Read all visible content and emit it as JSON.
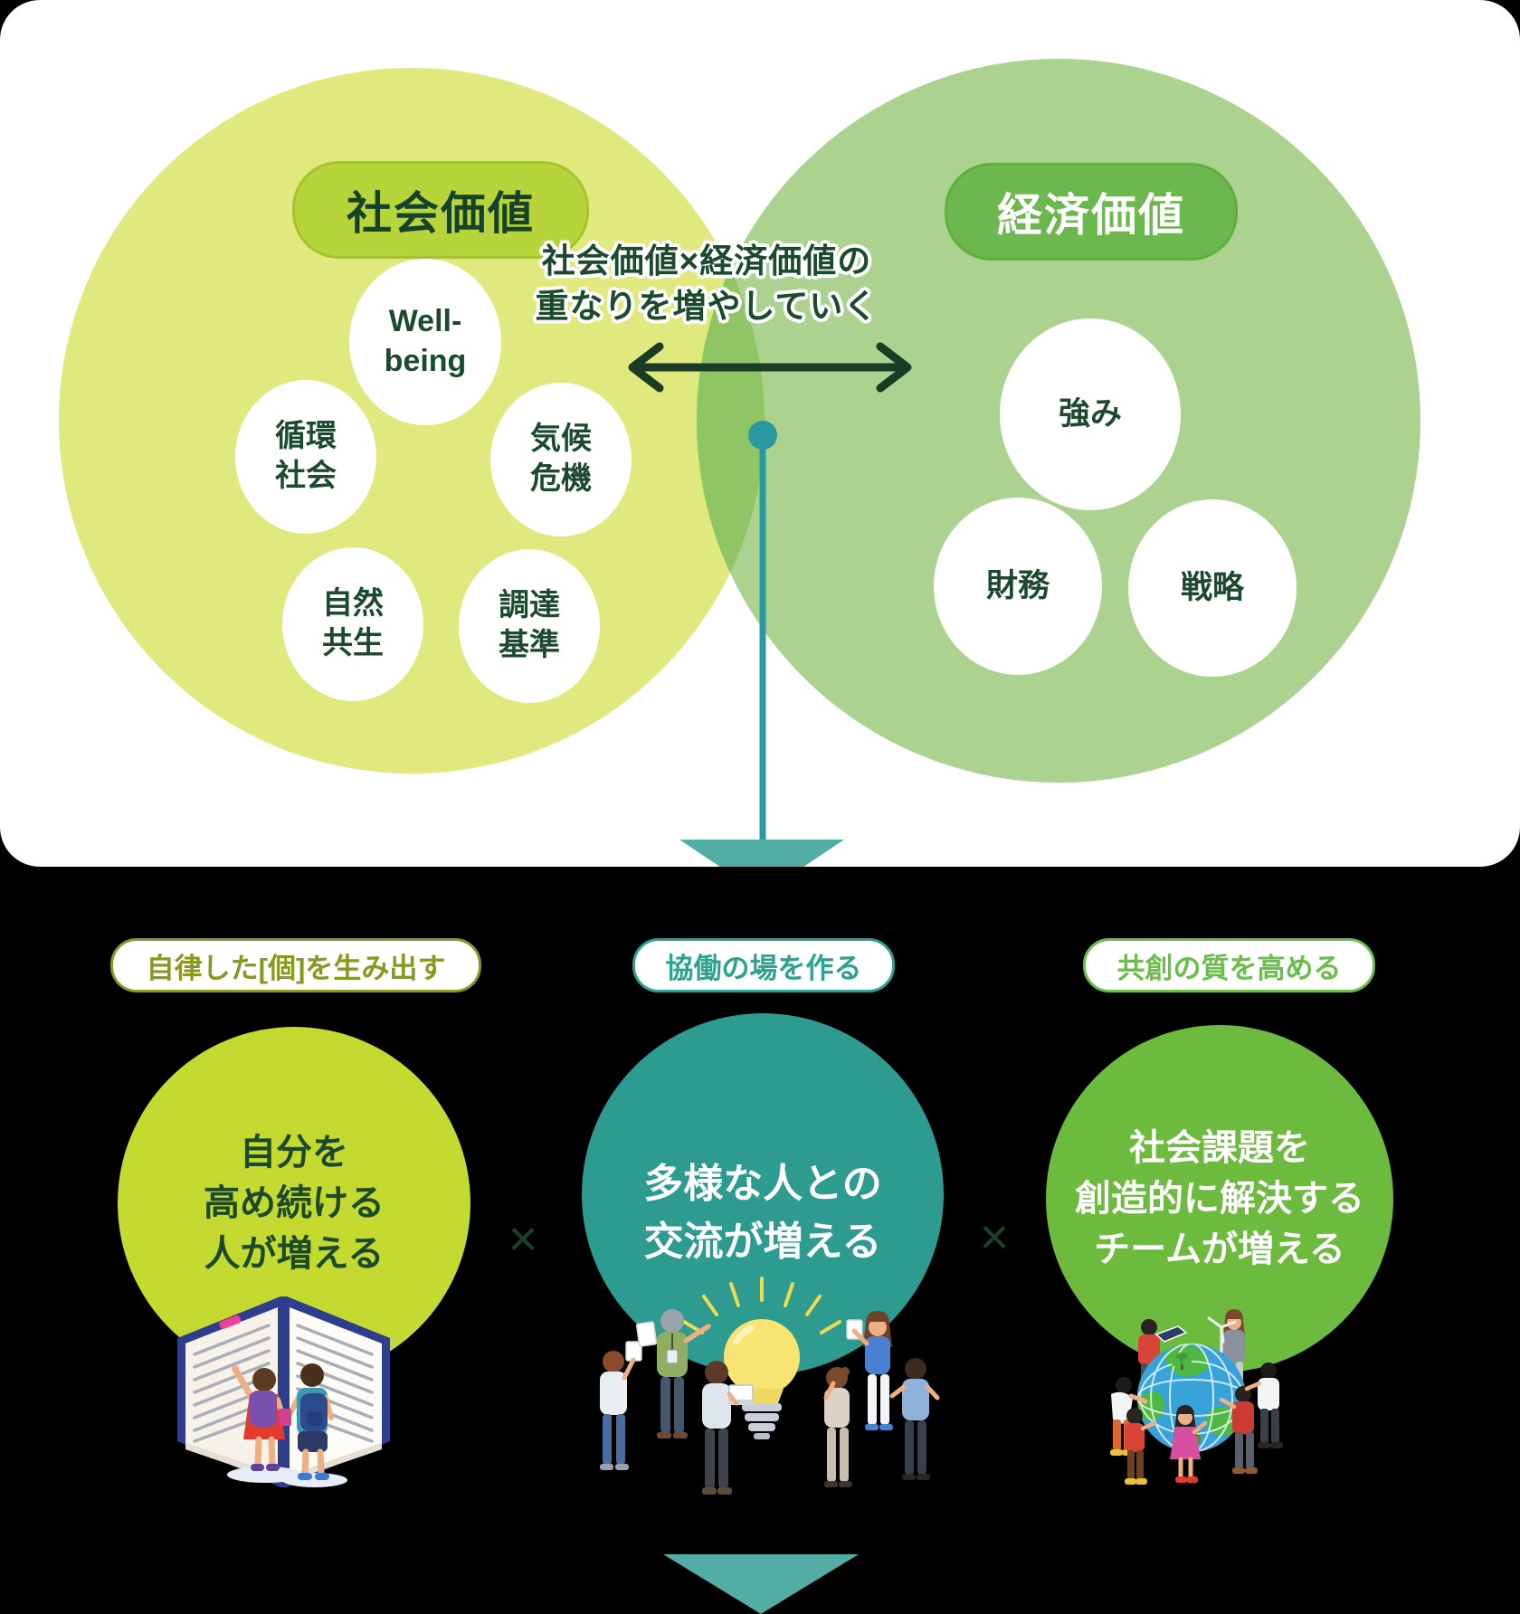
{
  "colors": {
    "background": "#000000",
    "card": "#ffffff",
    "left_circle": "#dfe97d",
    "right_circle": "#abd28f",
    "overlap_lens": "#8fc565",
    "left_badge_fill": "#b7d43a",
    "right_badge_fill": "#6db84e",
    "dark_green_text": "#1b4a2c",
    "arrow_dark": "#1a3b24",
    "teal_connector": "#2b99a2",
    "teal_arrow": "#52ada4",
    "pillar1_fill": "#c5da31",
    "pillar2_fill": "#2d9b90",
    "pillar3_fill": "#6cba3e",
    "pillar1_accent": "#87991f",
    "pillar2_accent": "#2aa38f",
    "pillar3_accent": "#69bf48"
  },
  "venn": {
    "left_badge": "社会価値",
    "right_badge": "経済価値",
    "overlap_note": {
      "line1": "社会価値×経済価値の",
      "line2": "重なりを増やしていく"
    },
    "left_items": [
      {
        "lines": [
          "Well-",
          "being"
        ]
      },
      {
        "lines": [
          "循環",
          "社会"
        ]
      },
      {
        "lines": [
          "気候",
          "危機"
        ]
      },
      {
        "lines": [
          "自然",
          "共生"
        ]
      },
      {
        "lines": [
          "調達",
          "基準"
        ]
      }
    ],
    "right_items": [
      {
        "lines": [
          "強み"
        ]
      },
      {
        "lines": [
          "財務"
        ]
      },
      {
        "lines": [
          "戦略"
        ]
      }
    ]
  },
  "pillars": [
    {
      "badge": "自律した[個]を生み出す",
      "lines": [
        "自分を",
        "高め続ける",
        "人が増える"
      ],
      "illustration": "children-reading-open-book"
    },
    {
      "badge": "協働の場を作る",
      "lines": [
        "多様な人との",
        "交流が増える"
      ],
      "illustration": "people-discussing-around-lightbulb"
    },
    {
      "badge": "共創の質を高める",
      "lines": [
        "社会課題を",
        "創造的に解決する",
        "チームが増える"
      ],
      "illustration": "people-collaborating-around-globe"
    }
  ],
  "operators": {
    "multiply": "×"
  }
}
